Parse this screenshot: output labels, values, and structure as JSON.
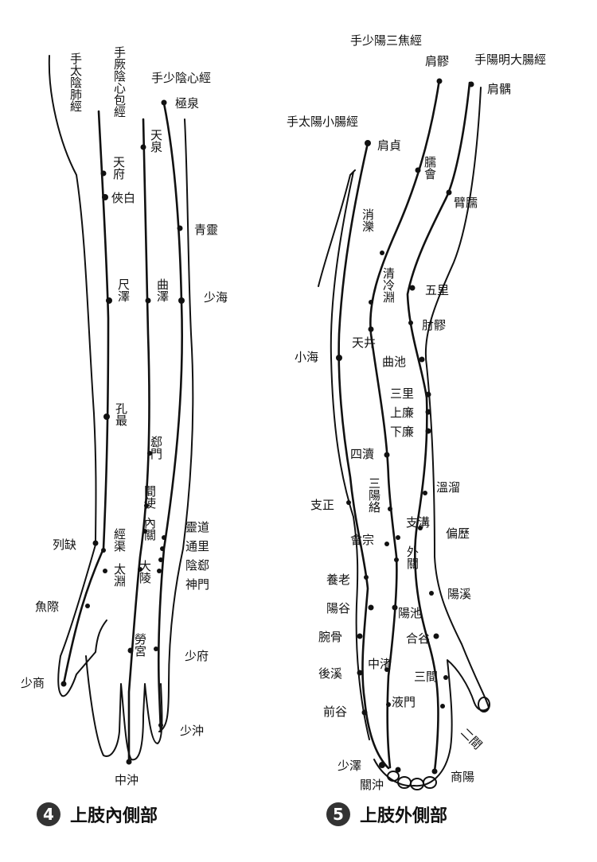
{
  "meridians": {
    "lung": "手太陰肺經",
    "pericardium": "手厥陰心包經",
    "heart": "手少陰心經",
    "triple_burner": "手少陽三焦經",
    "large_intestine": "手陽明大腸經",
    "small_intestine": "手太陽小腸經"
  },
  "inner_points": {
    "jiquan": "極泉",
    "tianquan": "天泉",
    "tianfu": "天府",
    "xiabai": "俠白",
    "qingling": "青靈",
    "chize": "尺澤",
    "quze": "曲澤",
    "shaohai": "少海",
    "kongzui": "孔最",
    "ximen": "郄門",
    "jianshi": "間使",
    "neiguan": "內關",
    "lingdao": "靈道",
    "tongli": "通里",
    "yinxi": "陰郄",
    "shenmen": "神門",
    "lieque": "列缺",
    "jingqu": "經渠",
    "taiyuan": "太淵",
    "daling": "大陵",
    "yuji": "魚際",
    "laogong": "勞宮",
    "shaofu": "少府",
    "shaoshang": "少商",
    "shaochong": "少沖",
    "zhongchong": "中沖"
  },
  "outer_points": {
    "jianliao": "肩髎",
    "jianyu": "肩髃",
    "jianzhen": "肩貞",
    "naohui": "臑會",
    "binao": "臂臑",
    "xiaoluo": "消濼",
    "qinglengyuan": "清冷淵",
    "wuli": "五里",
    "zhouliao": "肘髎",
    "xiaohai": "小海",
    "tianjing": "天井",
    "quchi": "曲池",
    "sanli": "三里",
    "shanglian": "上廉",
    "xialian": "下廉",
    "sidu": "四瀆",
    "wenliu": "溫溜",
    "sanyangluo": "三陽絡",
    "zhizheng": "支正",
    "zhigou": "支溝",
    "huizong": "會宗",
    "pianli": "偏歷",
    "waiguan": "外關",
    "yanglao": "養老",
    "yanggu": "陽谷",
    "yangxi": "陽溪",
    "yangchi": "陽池",
    "wangu": "腕骨",
    "hegu": "合谷",
    "houxi": "後溪",
    "zhongzhu": "中渚",
    "sanjian": "三間",
    "yemen": "液門",
    "qiangu": "前谷",
    "erjian": "二間",
    "shaoze": "少澤",
    "shangyang": "商陽",
    "guanchong": "關沖"
  },
  "captions": {
    "inner": {
      "number": "4",
      "text": "上肢內側部"
    },
    "outer": {
      "number": "5",
      "text": "上肢外側部"
    }
  }
}
